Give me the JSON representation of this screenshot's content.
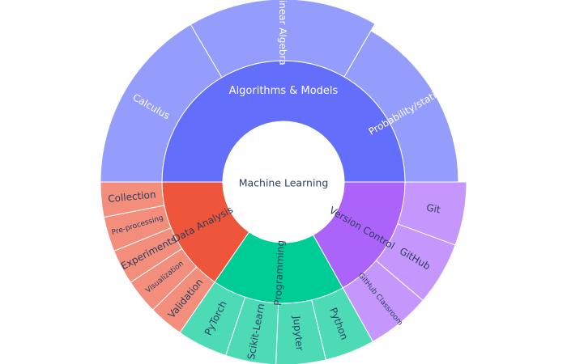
{
  "chart_data": {
    "type": "sunburst",
    "root": {
      "label": "Machine Learning"
    },
    "branches": [
      {
        "label": "Algorithms & Models",
        "color": "#636efa",
        "child_color": "#959dfc",
        "label_color": "#ffffff",
        "children": [
          {
            "label": "Calculus"
          },
          {
            "label": "Linear Algebra"
          },
          {
            "label": "Probability/statistics"
          }
        ]
      },
      {
        "label": "Version Control",
        "color": "#ab63fa",
        "child_color": "#c597fc",
        "label_color": "#2a3f5f",
        "children": [
          {
            "label": "Git"
          },
          {
            "label": "GitHub"
          },
          {
            "label": "GitHub Classroom"
          }
        ]
      },
      {
        "label": "Programming",
        "color": "#00cc96",
        "child_color": "#4ddbb6",
        "label_color": "#2a3f5f",
        "children": [
          {
            "label": "Python"
          },
          {
            "label": "Jupyter"
          },
          {
            "label": "Scikit-Learn"
          },
          {
            "label": "PyTorch"
          }
        ]
      },
      {
        "label": "Data Analysis",
        "color": "#ef553b",
        "child_color": "#f38d7c",
        "label_color": "#2a3f5f",
        "children": [
          {
            "label": "Validation"
          },
          {
            "label": "Visualization"
          },
          {
            "label": "Experiments"
          },
          {
            "label": "Pre-processing"
          },
          {
            "label": "Collection"
          }
        ]
      }
    ]
  }
}
